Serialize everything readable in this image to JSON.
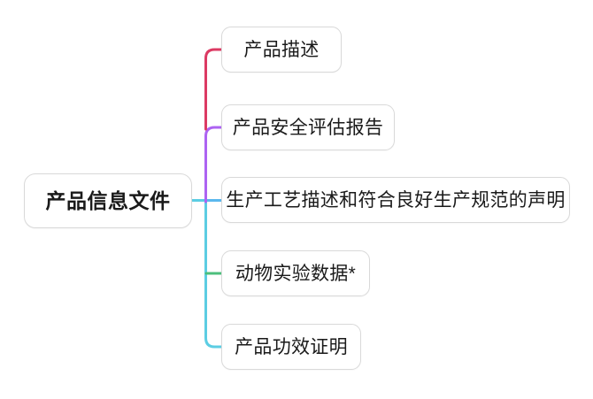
{
  "diagram": {
    "type": "mind-map",
    "orientation": "left-to-right",
    "background_color": "#ffffff",
    "node_border_color": "#d9d9d9",
    "node_fill_color": "#ffffff",
    "text_color": "#1a1a1a"
  },
  "root": {
    "label": "产品信息文件"
  },
  "children": [
    {
      "label": "产品描述",
      "connector_color": "#dc3a63"
    },
    {
      "label": "产品安全评估报告",
      "connector_color": "#ad63f2"
    },
    {
      "label": "生产工艺描述和符合良好生产规范的声明",
      "connector_color": "#5bb8ee"
    },
    {
      "label": "动物实验数据*",
      "connector_color": "#4cbf7c"
    },
    {
      "label": "产品功效证明",
      "connector_color": "#5ccde3"
    }
  ],
  "spine": {
    "trunk_color": "#5ccde3",
    "segment_upper_color": "#ad63f2",
    "segment_top_color": "#dc3a63"
  }
}
